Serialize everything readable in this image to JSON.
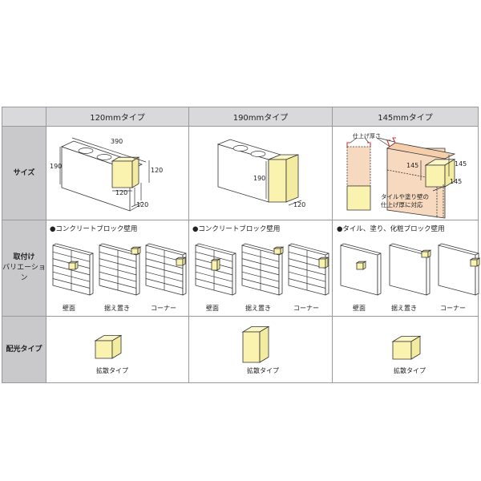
{
  "header": {
    "empty": "",
    "columns": [
      "120mmタイプ",
      "190mmタイプ",
      "145mmタイプ"
    ]
  },
  "rows": {
    "size": "サイズ",
    "mount": [
      "取付け",
      "バリエーション"
    ],
    "light": "配光タイプ"
  },
  "size": {
    "c120": {
      "length": "390",
      "height": "190",
      "cube_h": "120",
      "cube_w": "120",
      "depth": "120"
    },
    "c190": {
      "height": "190",
      "depth": "120"
    },
    "c145": {
      "finish_label": "仕上げ厚さ",
      "dim_a": "145",
      "dim_b": "145",
      "dim_c": "145",
      "note1": "タイルや塗り壁の",
      "note2": "仕上げ厚に対応"
    }
  },
  "mount": {
    "c120": {
      "note": "●コンクリートブロック壁用",
      "labels": [
        "壁面",
        "据え置き",
        "コーナー"
      ]
    },
    "c190": {
      "note": "●コンクリートブロック壁用",
      "labels": [
        "壁面",
        "据え置き",
        "コーナー"
      ]
    },
    "c145": {
      "note": "●タイル、塗り、化粧ブロック壁用",
      "labels": [
        "壁面",
        "据え置き",
        "コーナー"
      ]
    }
  },
  "light": {
    "labels": [
      "拡散タイプ",
      "拡散タイプ",
      "拡散タイプ"
    ]
  },
  "colors": {
    "yellow": "#faf3b0",
    "peach": "#f7d9bf",
    "header": "#d9d9db",
    "label": "#c9c9cc"
  }
}
